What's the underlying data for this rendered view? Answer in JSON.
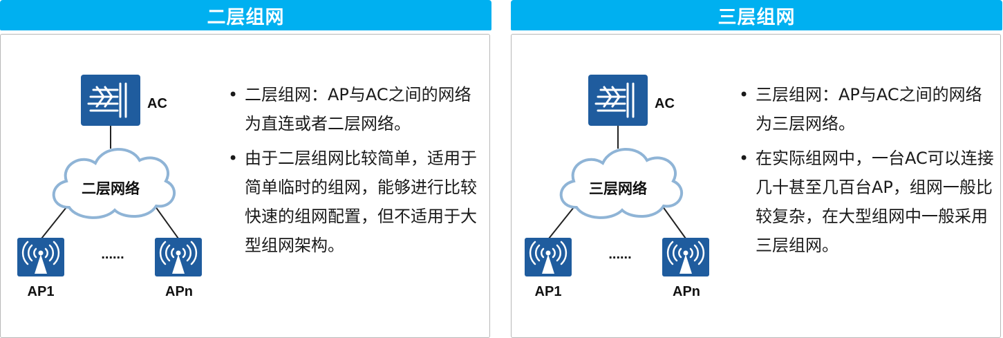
{
  "colors": {
    "header_bg": "#00b0f0",
    "icon_bg": "#1f5c9e",
    "cloud_stroke": "#8fb4d6"
  },
  "panels": [
    {
      "title": "二层组网",
      "ac_label": "AC",
      "cloud_label": "二层网络",
      "ap_first_label": "AP1",
      "ap_last_label": "APn",
      "ellipsis": "......",
      "bullets": [
        "二层组网：AP与AC之间的网络为直连或者二层网络。",
        "由于二层组网比较简单，适用于简单临时的组网，能够进行比较快速的组网配置，但不适用于大型组网架构。"
      ]
    },
    {
      "title": "三层组网",
      "ac_label": "AC",
      "cloud_label": "三层网络",
      "ap_first_label": "AP1",
      "ap_last_label": "APn",
      "ellipsis": "......",
      "bullets": [
        "三层组网：AP与AC之间的网络为三层网络。",
        "在实际组网中，一台AC可以连接几十甚至几百台AP，组网一般比较复杂，在大型组网中一般采用三层组网。"
      ]
    }
  ]
}
